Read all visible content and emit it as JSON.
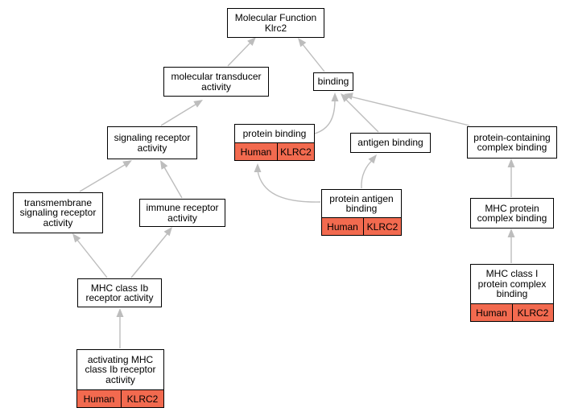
{
  "colors": {
    "edge": "#bdbdbd",
    "annotation": "#f26a4f"
  },
  "nodes": {
    "root": {
      "label": "Molecular Function\nKlrc2"
    },
    "mol_transducer": {
      "label": "molecular transducer\nactivity"
    },
    "binding": {
      "label": "binding"
    },
    "signaling_receptor": {
      "label": "signaling receptor\nactivity"
    },
    "protein_binding": {
      "label": "protein binding",
      "species": "Human",
      "gene": "KLRC2"
    },
    "antigen_binding": {
      "label": "antigen binding"
    },
    "protein_containing": {
      "label": "protein-containing\ncomplex binding"
    },
    "transmembrane": {
      "label": "transmembrane\nsignaling receptor\nactivity"
    },
    "immune_receptor": {
      "label": "immune receptor\nactivity"
    },
    "protein_antigen": {
      "label": "protein antigen\nbinding",
      "species": "Human",
      "gene": "KLRC2"
    },
    "mhc_protein_complex": {
      "label": "MHC protein\ncomplex binding"
    },
    "mhc_class_ib_receptor": {
      "label": "MHC class Ib\nreceptor activity"
    },
    "mhc_class_i_complex": {
      "label": "MHC class I\nprotein complex\nbinding",
      "species": "Human",
      "gene": "KLRC2"
    },
    "activating_mhc": {
      "label": "activating MHC\nclass Ib receptor\nactivity",
      "species": "Human",
      "gene": "KLRC2"
    }
  }
}
